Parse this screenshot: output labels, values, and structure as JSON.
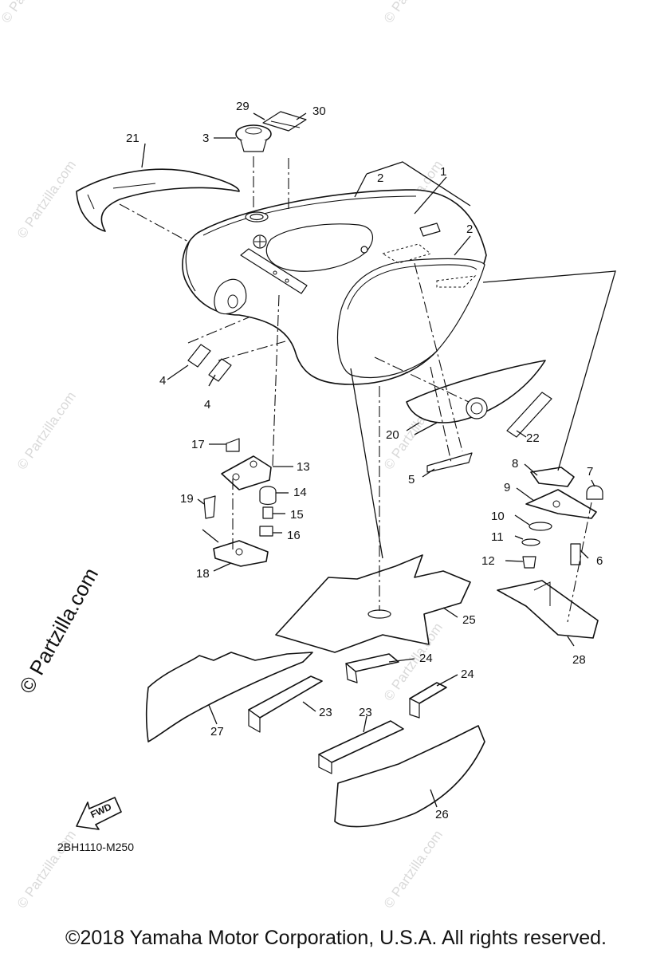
{
  "diagram": {
    "code": "2BH1110-M250",
    "copyright": "©2018 Yamaha Motor Corporation, U.S.A. All rights reserved.",
    "side_watermark": "© Partzilla.com",
    "bg_watermark": "© Partzilla.com",
    "fwd_label": "FWD",
    "callouts": [
      "1",
      "2",
      "2",
      "3",
      "4",
      "4",
      "5",
      "6",
      "7",
      "8",
      "9",
      "10",
      "11",
      "12",
      "13",
      "14",
      "15",
      "16",
      "17",
      "18",
      "19",
      "20",
      "21",
      "22",
      "23",
      "23",
      "24",
      "24",
      "25",
      "26",
      "27",
      "28",
      "29",
      "30"
    ]
  }
}
